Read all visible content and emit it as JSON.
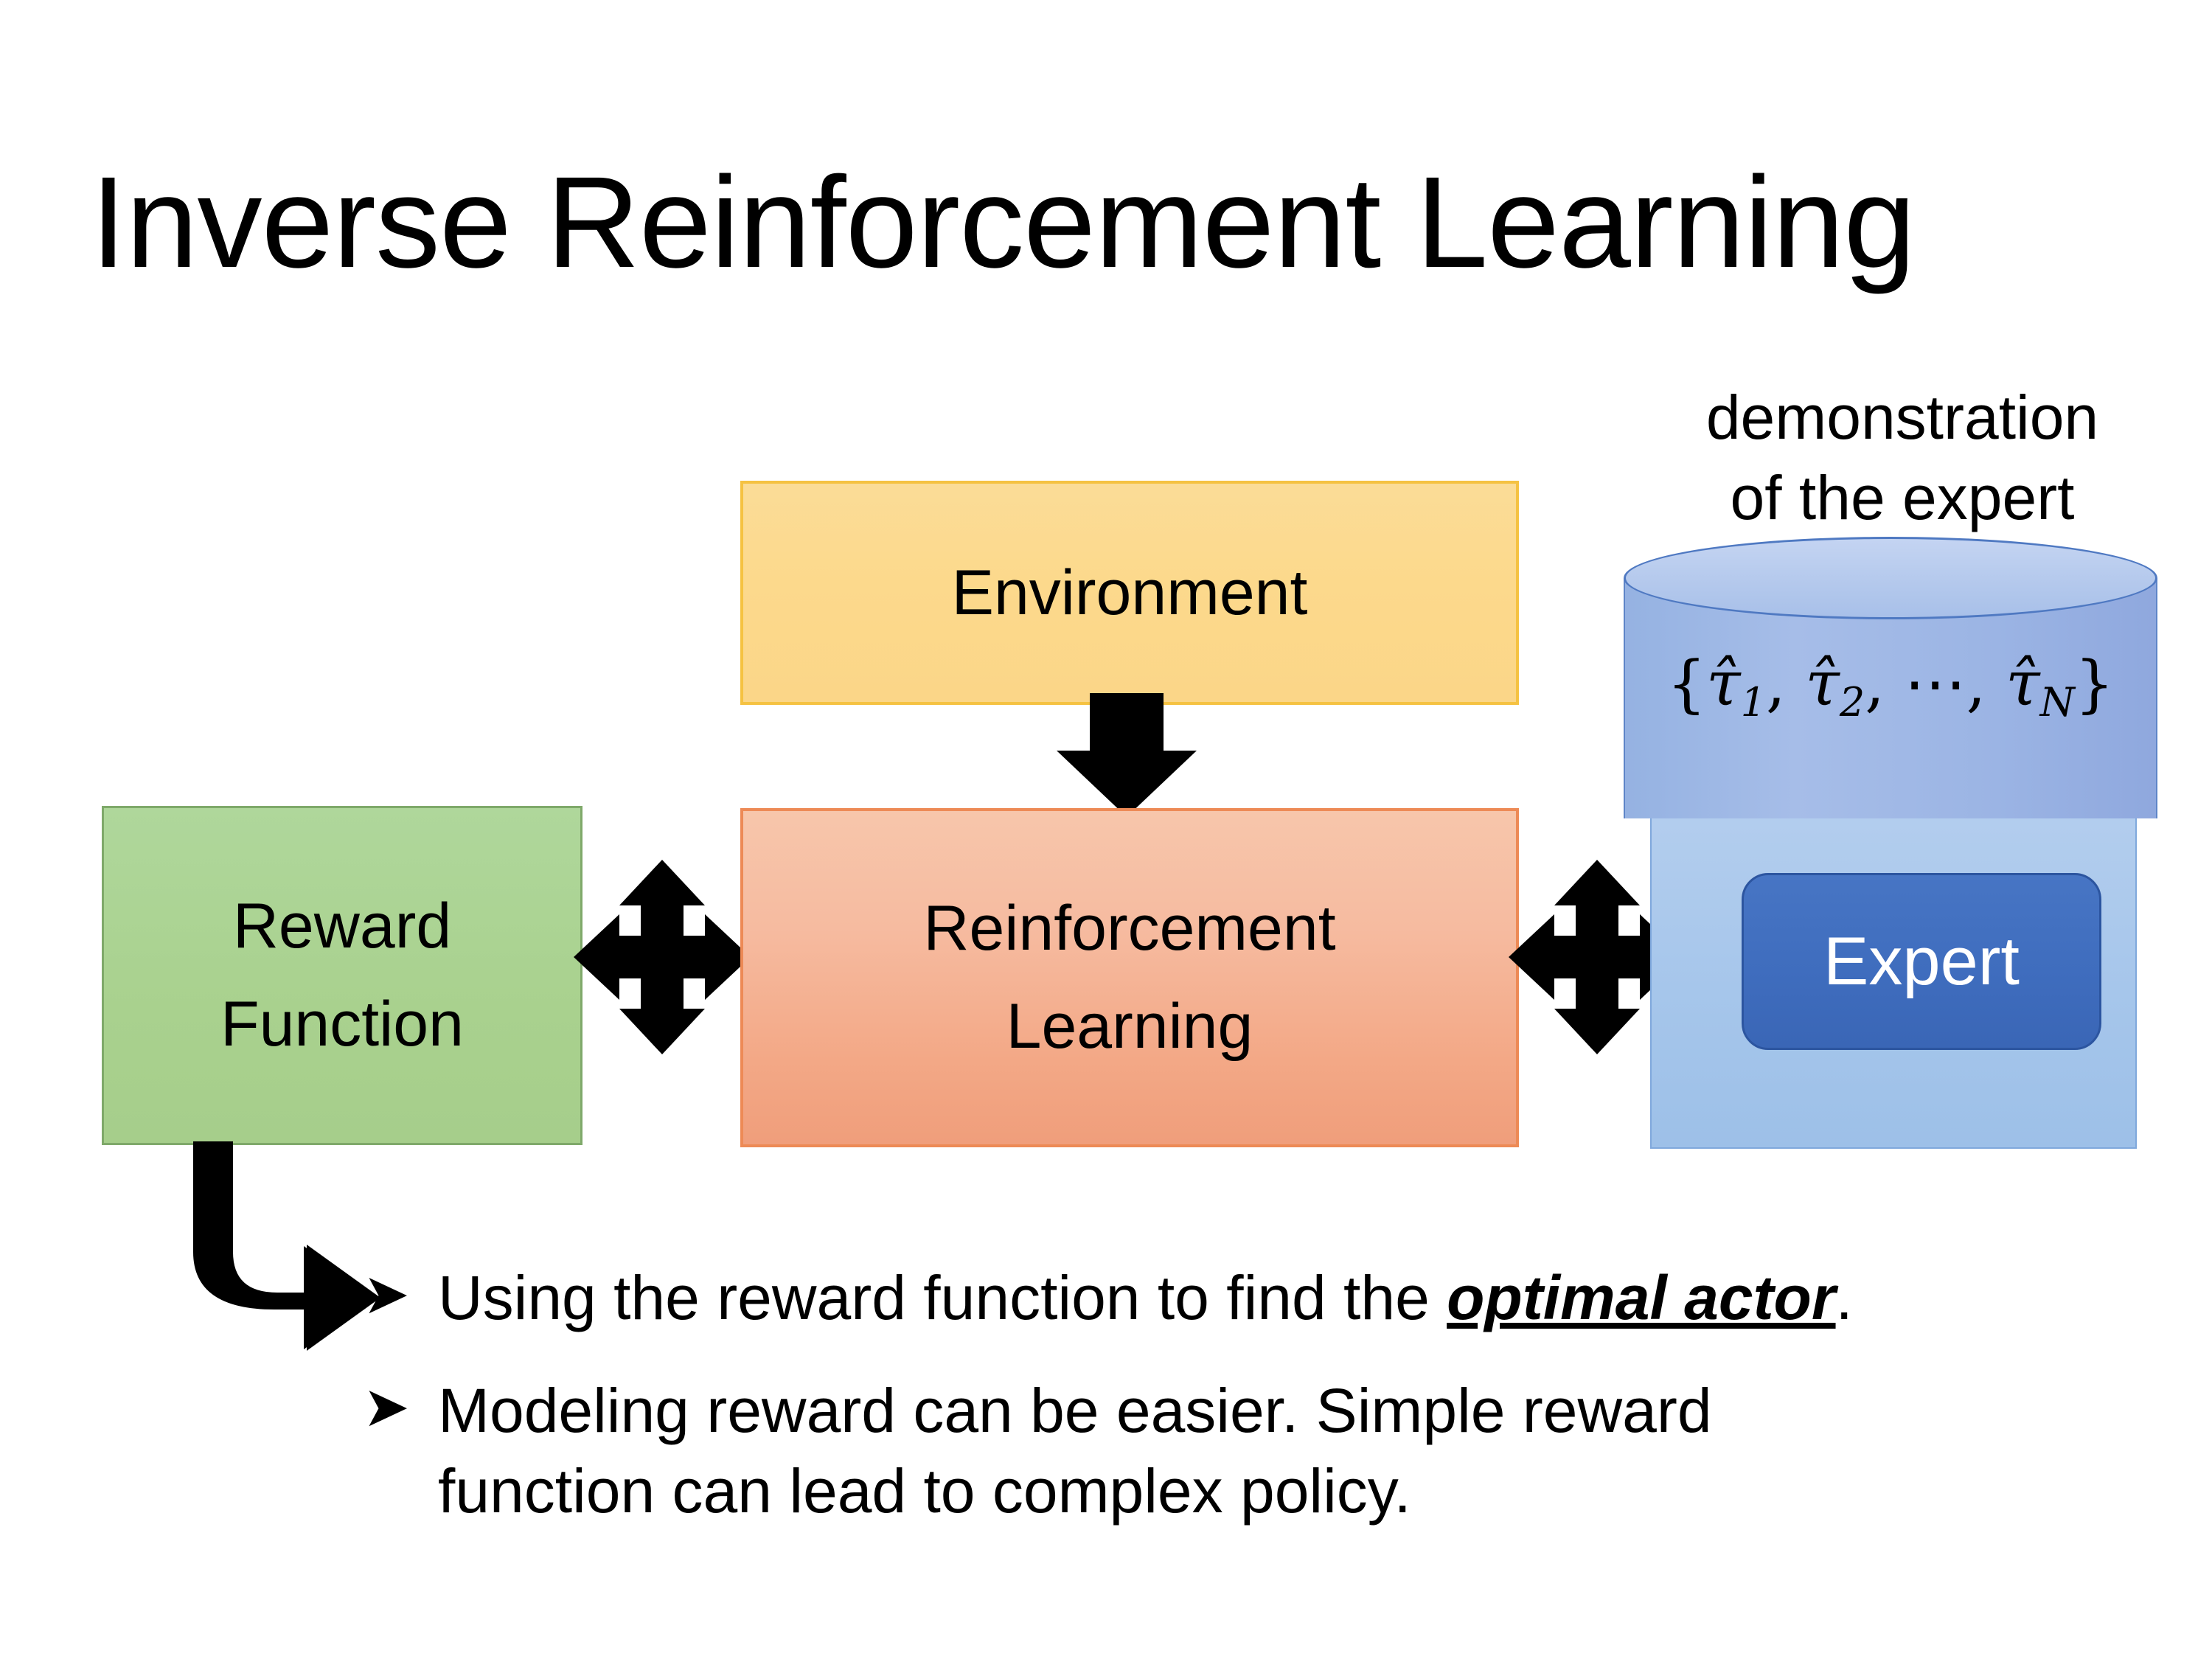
{
  "slide": {
    "title": "Inverse Reinforcement Learning",
    "background_color": "#FFFFFF"
  },
  "diagram": {
    "environment_box": {
      "label": "Environment",
      "fill_color": "#FCD98C",
      "border_color": "#F5C242"
    },
    "reinforcement_learning_box": {
      "label_line1": "Reinforcement",
      "label_line2": "Learning",
      "fill_color": "#F3A886",
      "border_color": "#ED8A56"
    },
    "reward_function_box": {
      "label_line1": "Reward",
      "label_line2": "Function",
      "fill_color": "#A9D18E",
      "border_color": "#7FA96A"
    },
    "demonstration": {
      "caption_line1": "demonstration",
      "caption_line2": "of the expert",
      "cylinder_formula_open": "{",
      "cylinder_formula": "τ̂₁, τ̂₂, ⋯, τ̂ₙ",
      "cylinder_fill_color": "#9BB4E4",
      "cylinder_border_color": "#5E85C8"
    },
    "expert_panel": {
      "fill_color": "#A6C6EB",
      "border_color": "#7FA8DC"
    },
    "expert_chip": {
      "label": "Expert",
      "fill_color": "#3F6DBE",
      "border_color": "#2C55A0",
      "text_color": "#FFFFFF"
    },
    "arrows": {
      "environment_to_rl": "down-arrow",
      "reward_rl_bidirectional": "four-way-arrow",
      "rl_expert_bidirectional": "four-way-arrow",
      "reward_to_bullet": "elbow-arrow",
      "color": "#000000"
    }
  },
  "bullets": [
    {
      "marker": "➤",
      "text_before": "Using the reward function to find the ",
      "emphasis": "optimal actor",
      "text_after": "."
    },
    {
      "marker": "➤",
      "text_line1": "Modeling reward can be easier. Simple reward",
      "text_line2": "function can lead to complex policy."
    }
  ]
}
